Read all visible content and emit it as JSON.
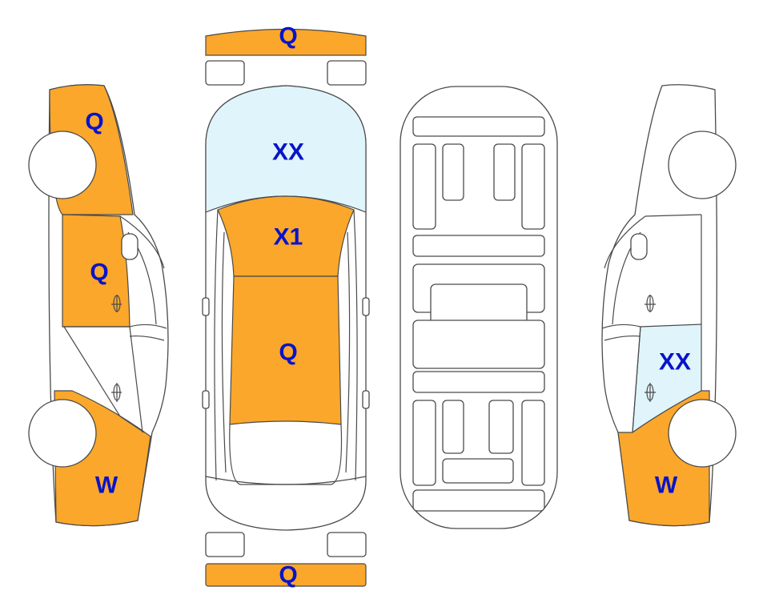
{
  "colors": {
    "damage_orange": "#FAA72B",
    "glass_blue": "#DFF5FB",
    "label_blue": "#0A14C8",
    "outline": "#4A4A4A"
  },
  "labels": {
    "front_bumper": "Q",
    "rear_bumper": "Q",
    "left_front_fender": "Q",
    "left_front_door": "Q",
    "left_rear_quarter": "W",
    "top_windshield": "XX",
    "top_hood": "X1",
    "top_roof": "Q",
    "right_rear_door_glass": "XX",
    "right_rear_quarter": "W"
  }
}
